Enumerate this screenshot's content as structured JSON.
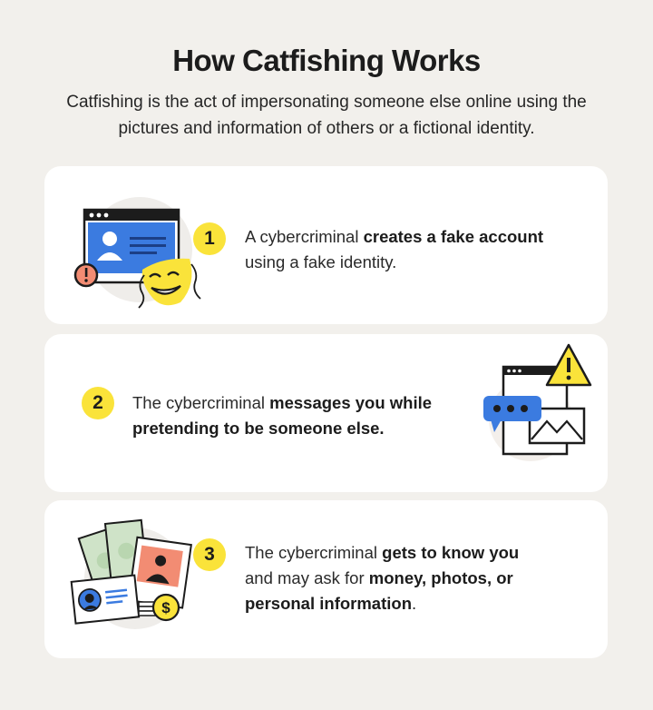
{
  "header": {
    "title": "How Catfishing Works",
    "subtitle": "Catfishing is the act of impersonating someone else online using the pictures and information of others or a fictional identity."
  },
  "steps": [
    {
      "number": "1",
      "illustration": "fake-profile-mask-icon",
      "text_parts": [
        {
          "text": "A cybercriminal ",
          "bold": false
        },
        {
          "text": "creates a fake account",
          "bold": true
        },
        {
          "text": " using a fake identity.",
          "bold": false
        }
      ]
    },
    {
      "number": "2",
      "illustration": "message-warning-icon",
      "text_parts": [
        {
          "text": "The cybercriminal ",
          "bold": false
        },
        {
          "text": "messages you while pretending to be someone else.",
          "bold": true
        }
      ]
    },
    {
      "number": "3",
      "illustration": "money-photos-id-icon",
      "text_parts": [
        {
          "text": "The cybercriminal ",
          "bold": false
        },
        {
          "text": "gets to know you",
          "bold": true
        },
        {
          "text": " and may ask for ",
          "bold": false
        },
        {
          "text": "money, photos, or personal information",
          "bold": true
        },
        {
          "text": ".",
          "bold": false
        }
      ]
    }
  ],
  "colors": {
    "background": "#f2f0ec",
    "card": "#ffffff",
    "badge_yellow": "#fae33a",
    "accent_blue": "#3b7be0",
    "alert_salmon": "#f28c73",
    "money_green": "#cfe3c8"
  }
}
